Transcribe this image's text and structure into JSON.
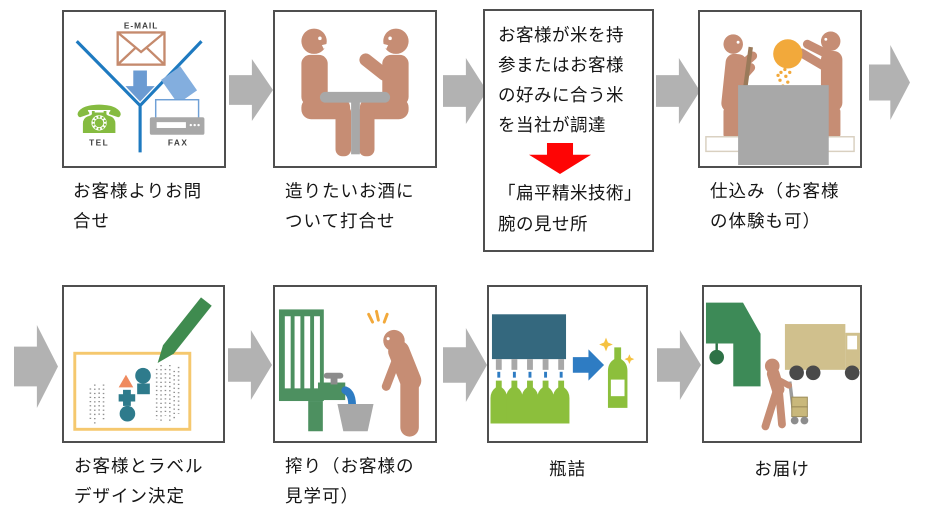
{
  "steps": [
    {
      "id": "step-1-inquiry",
      "label_line1": "お客様よりお問",
      "label_line2": "合せ",
      "icon": "inquiry-channels-icon",
      "icon_labels": {
        "email": "E-MAIL",
        "tel": "TEL",
        "fax": "FAX"
      },
      "glyphs": {
        "phone": "☎"
      }
    },
    {
      "id": "step-2-meeting",
      "label_line1": "造りたいお酒に",
      "label_line2": "ついて打合せ",
      "icon": "meeting-over-table-icon"
    },
    {
      "id": "step-3-preparation",
      "label_line1": "仕込み（お客様",
      "label_line2": "の体験も可）",
      "icon": "mash-preparation-icon"
    },
    {
      "id": "step-4-label-design",
      "label_line1": "お客様とラベル",
      "label_line2": "デザイン決定",
      "icon": "label-design-icon"
    },
    {
      "id": "step-5-pressing",
      "label_line1": "搾り（お客様の",
      "label_line2": "見学可）",
      "icon": "sake-pressing-icon"
    },
    {
      "id": "step-6-bottling",
      "label_line1": "瓶詰",
      "icon": "bottling-line-icon"
    },
    {
      "id": "step-7-delivery",
      "label_line1": "お届け",
      "icon": "delivery-icon"
    }
  ],
  "note": {
    "lines": [
      "お客様が米を持",
      "参またはお客様",
      "の好みに合う米",
      "を当社が調達"
    ],
    "emphasis_line1": "「扁平精米技術」",
    "emphasis_line2": "腕の見せ所"
  },
  "icons": {
    "flow-arrow": "gray block arrow pointing right",
    "red-emphasis-arrow": "red block arrow pointing down",
    "inquiry-channels-icon": "email envelope, telephone and fax converging",
    "meeting-over-table-icon": "two people talking across a table",
    "mash-preparation-icon": "two workers stirring and pouring rice into a vat",
    "label-design-icon": "pencil drawing shapes on a label sheet",
    "sake-pressing-icon": "press pouring liquid into bucket with surprised observer",
    "bottling-line-icon": "filling machine over five bottles and finished sparkling bottle",
    "delivery-icon": "brewery with cedar ball, worker with hand truck, delivery truck"
  },
  "colors": {
    "flow_arrow_gray": "#b2b2b2",
    "box_border": "#4f4f4f",
    "red_arrow": "#fe0505",
    "person_salmon": "#c68d74",
    "phone_green": "#85bb40",
    "bottle_green": "#8cbf3c",
    "press_green": "#4d9060",
    "store_green": "#3d8a57",
    "machine_teal": "#34687e",
    "shape_teal": "#2e7b8c",
    "blue_accent": "#2e7cc3",
    "line_blue": "#1e7ac0",
    "rice_orange": "#f2a93b",
    "sheet_border_yellow": "#f5c86e",
    "truck_tan": "#d0c08d",
    "neutral_gray": "#a8a8a8",
    "text_black": "#151515"
  }
}
